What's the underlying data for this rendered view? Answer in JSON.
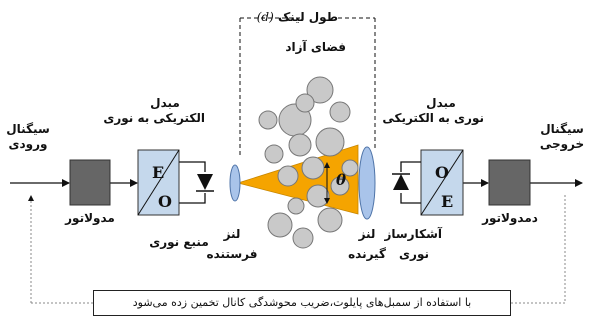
{
  "labels": {
    "link_length": "طول لینک",
    "link_length_symbol": "(d)",
    "free_space": "فضای آزاد",
    "input_signal": [
      "سیگنال",
      "ورودی"
    ],
    "output_signal": [
      "سیگنال",
      "خروجی"
    ],
    "modulator": "مدولاتور",
    "demodulator": "دمدولاتور",
    "eo_converter": [
      "مبدل",
      "الکتریکی به نوری"
    ],
    "oe_converter": [
      "مبدل",
      "نوری به الکتریکی"
    ],
    "light_source": "منبع نوری",
    "tx_lens": [
      "لنز",
      "فرستنده"
    ],
    "rx_lens": [
      "لنز",
      "گیرنده"
    ],
    "photodetector": [
      "آشکارساز",
      "نوری"
    ],
    "eo_box": {
      "top": "E",
      "bottom": "O"
    },
    "oe_box": {
      "top": "O",
      "bottom": "E"
    },
    "theta": "θ",
    "caption": "با استفاده از سمبل‌های پایلوت،ضریب محوشدگی کانال تخمین زده می‌شود"
  },
  "colors": {
    "beam": "#f5a400",
    "box_fill": "#c5d8ec",
    "block_fill": "#666666",
    "bubble_fill": "#c9c9c9",
    "lens_fill": "#a9c4ea"
  }
}
